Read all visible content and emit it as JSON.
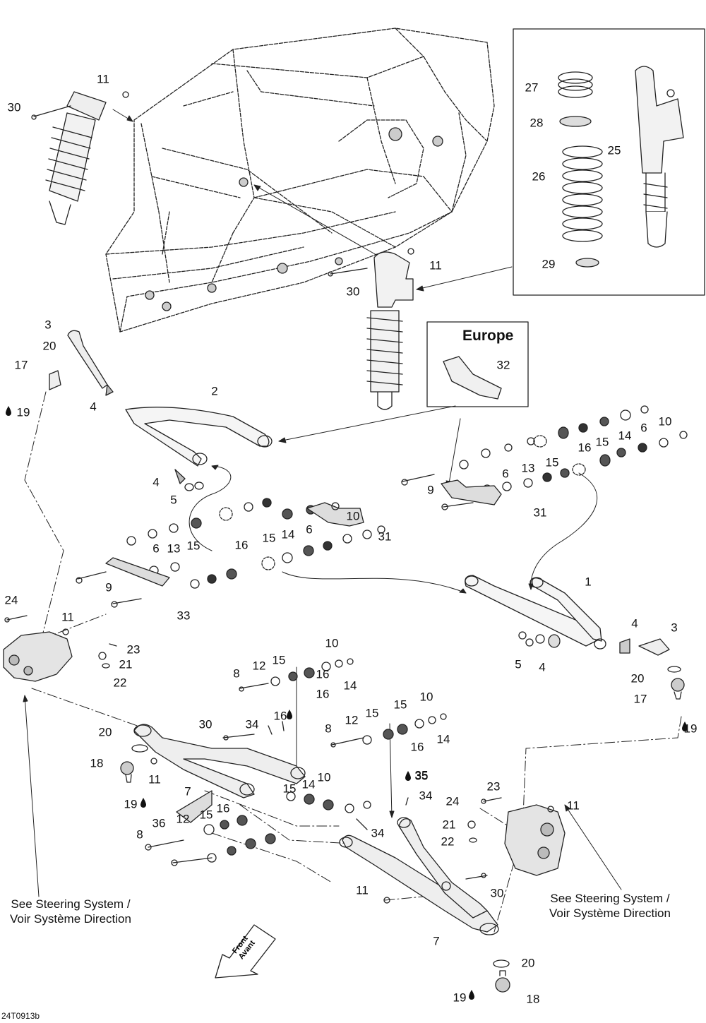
{
  "diagram": {
    "code": "24T0913b",
    "europe_label": "Europe",
    "front_arrow": {
      "line1": "Front",
      "line2": "Avant"
    },
    "notes": {
      "left": {
        "line1": "See Steering System /",
        "line2": "Voir Système Direction"
      },
      "right": {
        "line1": "See Steering System /",
        "line2": "Voir Système Direction"
      }
    },
    "callouts": [
      "11",
      "30",
      "27",
      "28",
      "26",
      "25",
      "29",
      "11",
      "30",
      "3",
      "20",
      "17",
      "19",
      "4",
      "2",
      "32",
      "10",
      "6",
      "14",
      "15",
      "16",
      "4",
      "5",
      "13",
      "15",
      "9",
      "6",
      "31",
      "10",
      "6",
      "14",
      "15",
      "16",
      "13",
      "15",
      "6",
      "9",
      "33",
      "31",
      "1",
      "4",
      "3",
      "5",
      "4",
      "20",
      "17",
      "19",
      "24",
      "11",
      "23",
      "21",
      "22",
      "15",
      "10",
      "8",
      "12",
      "16",
      "14",
      "16",
      "8",
      "12",
      "15",
      "15",
      "10",
      "16",
      "14",
      "35",
      "16",
      "20",
      "30",
      "34",
      "18",
      "11",
      "7",
      "19",
      "15",
      "14",
      "10",
      "8",
      "12",
      "15",
      "16",
      "36",
      "34",
      "35",
      "34",
      "24",
      "23",
      "21",
      "22",
      "11",
      "11",
      "30",
      "7",
      "20",
      "19",
      "18"
    ]
  }
}
